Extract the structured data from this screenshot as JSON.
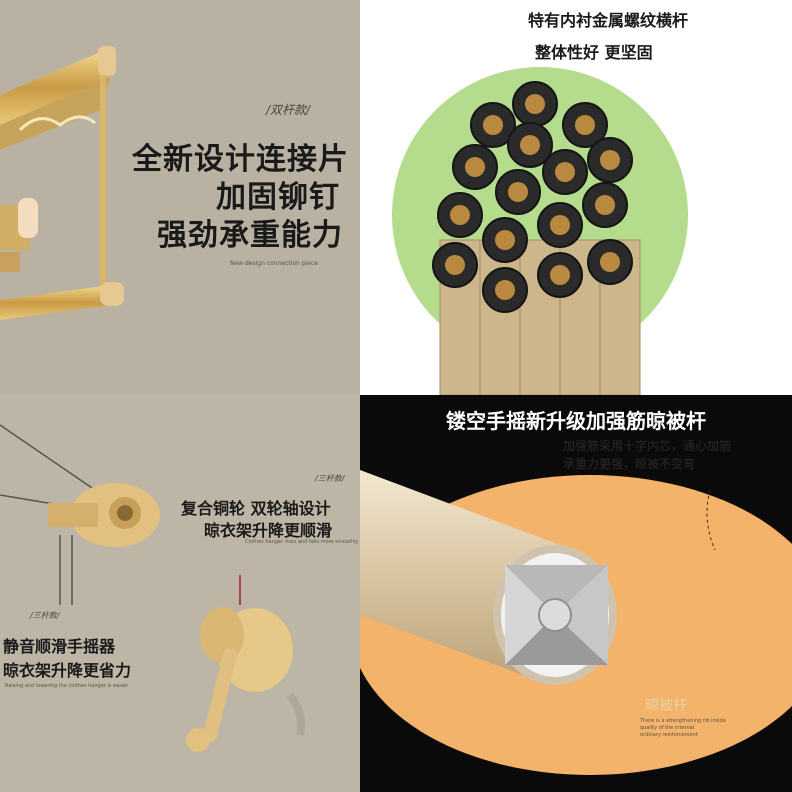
{
  "panel1": {
    "tag": "/双杆款/",
    "headline": [
      "全新设计连接片",
      "加固铆钉",
      "强劲承重能力"
    ],
    "subtitle": "New design connection piece"
  },
  "panel2": {
    "headline": [
      "特有内衬金属螺纹横杆",
      "整体性好 更坚固"
    ]
  },
  "panel3": {
    "tag_top": "/三杆款/",
    "headline_top": [
      "复合铜轮 双轮轴设计",
      "晾衣架升降更顺滑"
    ],
    "caption_top": "Clothes hanger rises and falls more smoothly",
    "tag_bottom": "/三杆款/",
    "headline_bottom": [
      "静音顺滑手摇器",
      "晾衣架升降更省力"
    ],
    "caption_bottom": "Raising and lowering the clothes hanger is easier"
  },
  "panel4": {
    "headline": "镂空手摇新升级加强筋晾被杆",
    "body": [
      "加强筋采用十字内芯，通心加筋",
      "承重力更强，晾被不变弯"
    ],
    "label": "晾被杆",
    "caption": [
      "There is a strengthening rib inside",
      "quality of the internal",
      "ordinary reinforcement"
    ]
  },
  "colors": {
    "gold": "#d8b36a",
    "green_circle": "#b4dc8c",
    "orange_ellipse": "#f4b36a"
  }
}
